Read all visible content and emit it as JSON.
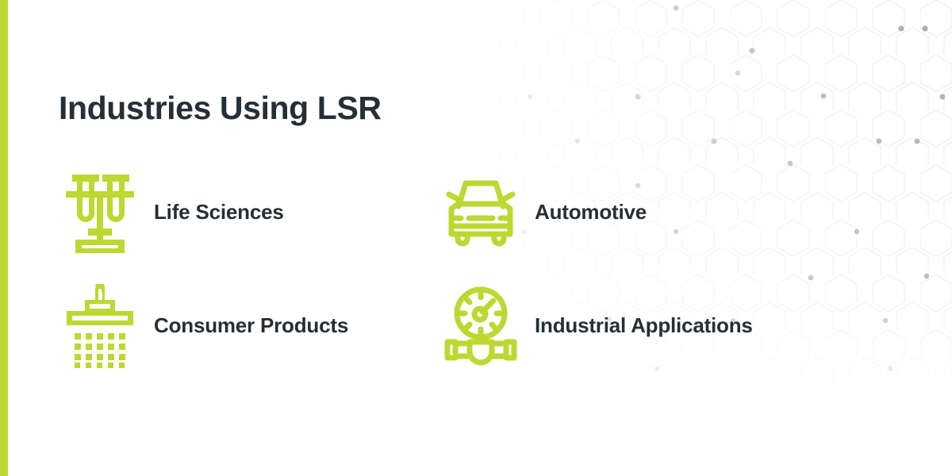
{
  "slide": {
    "title": "Industries Using LSR",
    "background_color": "#ffffff",
    "accent_color": "#bed731",
    "text_color": "#242f36",
    "pattern_line_color": "#e9ecef",
    "pattern_dot_color": "#a7abaf"
  },
  "accent_bar": {
    "name": "left-accent-bar",
    "color": "#bed731"
  },
  "industries": [
    {
      "label": "Life Sciences",
      "icon": "test-tubes-icon",
      "icon_color": "#bed731"
    },
    {
      "label": "Automotive",
      "icon": "car-front-icon",
      "icon_color": "#bed731"
    },
    {
      "label": "Consumer Products",
      "icon": "shower-head-icon",
      "icon_color": "#bed731"
    },
    {
      "label": "Industrial Applications",
      "icon": "pressure-gauge-valve-icon",
      "icon_color": "#bed731"
    }
  ]
}
